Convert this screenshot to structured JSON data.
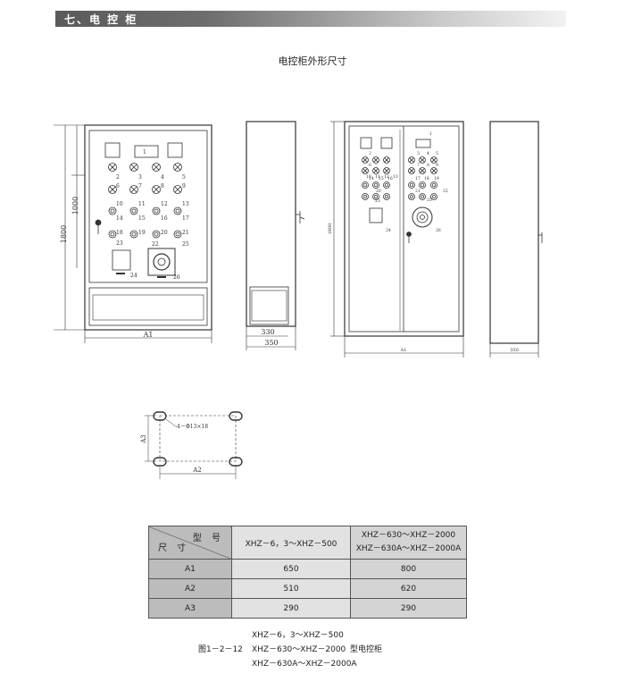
{
  "section": {
    "title": "七、电 控 柜"
  },
  "figure": {
    "title": "电控柜外形尺寸"
  },
  "dimensions": {
    "front_height_total": "1800",
    "front_height_upper": "1000",
    "front_width": "A1",
    "side_width_inner": "330",
    "side_width_outer": "350",
    "right_height": "1800",
    "right_width": "A1",
    "right_side_width": "350",
    "base_holes": "4－Φ13×18",
    "base_width": "A2",
    "base_depth": "A3"
  },
  "front_panel_labels": [
    "1",
    "2",
    "3",
    "4",
    "5",
    "6",
    "7",
    "8",
    "9",
    "10",
    "11",
    "12",
    "13",
    "14",
    "15",
    "16",
    "17",
    "18",
    "19",
    "20",
    "21",
    "22",
    "23",
    "24",
    "25",
    "26"
  ],
  "table": {
    "header_model": "型 号",
    "header_size": "尺 寸",
    "col1_header": "XHZ－6，3～XHZ－500",
    "col2_header_line1": "XHZ－630～XHZ－2000",
    "col2_header_line2": "XHZ－630A～XHZ－2000A",
    "rows": [
      {
        "label": "A1",
        "v1": "650",
        "v2": "800"
      },
      {
        "label": "A2",
        "v1": "510",
        "v2": "620"
      },
      {
        "label": "A3",
        "v1": "290",
        "v2": "290"
      }
    ]
  },
  "caption": {
    "figure_no": "图1－2－12",
    "line1": "XHZ－6，3～XHZ－500",
    "line2": "XHZ－630～XHZ－2000",
    "line3": "XHZ－630A～XHZ－2000A",
    "suffix": "型电控柜"
  }
}
